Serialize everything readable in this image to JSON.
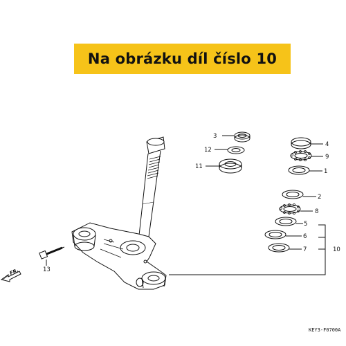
{
  "banner": {
    "text": "Na obrázku díl číslo 10"
  },
  "callouts": {
    "c1": "1",
    "c2": "2",
    "c3": "3",
    "c4": "4",
    "c5": "5",
    "c6": "6",
    "c7": "7",
    "c8": "8",
    "c9": "9",
    "c10": "10",
    "c11": "11",
    "c12": "12",
    "c13": "13"
  },
  "direction_label": "FR.",
  "drawing_code": "KEY3-F0700A",
  "colors": {
    "banner": "#f6c319",
    "line": "#111111",
    "background": "#ffffff"
  }
}
